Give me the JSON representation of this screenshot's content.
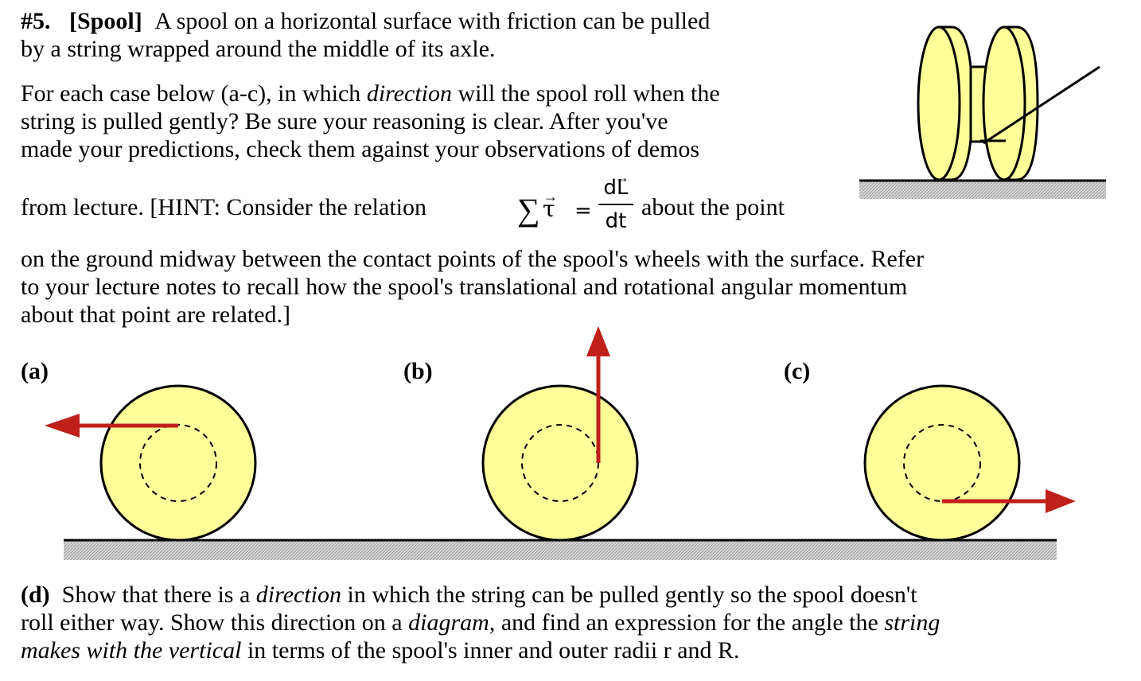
{
  "problem": {
    "number": "#5.",
    "tag": "[Spool]",
    "intro_line1": "A spool on a horizontal surface with friction can be pulled",
    "intro_line2": "by a string wrapped around the middle of its axle.",
    "para2_line1_a": "For each case below (a-c), in which ",
    "para2_line1_em": "direction",
    "para2_line1_b": " will the spool roll when the",
    "para2_line2": "string is pulled gently?  Be sure your reasoning is clear.  After you've",
    "para2_line3": "made your predictions, check them against your observations of demos",
    "para2_line4_a": "from lecture.  [HINT:  Consider the relation",
    "para2_line4_b": "about the point",
    "para2_line5": "on the ground midway between the contact points of the spool's wheels with the surface.  Refer",
    "para2_line6": "to your lecture notes to recall how the spool's translational and rotational angular momentum",
    "para2_line7": "about that point are related.]"
  },
  "formula": {
    "sigma": "∑",
    "tau": "τ",
    "equals": "=",
    "numerator": "dL",
    "denominator": "dt",
    "vector_mark": "→"
  },
  "cases": {
    "a": "(a)",
    "b": "(b)",
    "c": "(c)"
  },
  "part_d": {
    "label": "(d)",
    "line1_a": "  Show that there is a ",
    "line1_em": "direction",
    "line1_b": " in which the string can be pulled gently so the spool doesn't",
    "line2_a": "roll either way.  Show this direction on a ",
    "line2_em": "diagram,",
    "line2_b": " and find an expression for the angle the ",
    "line2_em2": "string",
    "line3_em": "makes with the vertical",
    "line3_b": " in terms of the spool's inner and outer radii r and R."
  },
  "colors": {
    "spool_fill": "#ffff99",
    "arrow": "#c0201a",
    "ground_hatch": "#b0b0b0"
  }
}
